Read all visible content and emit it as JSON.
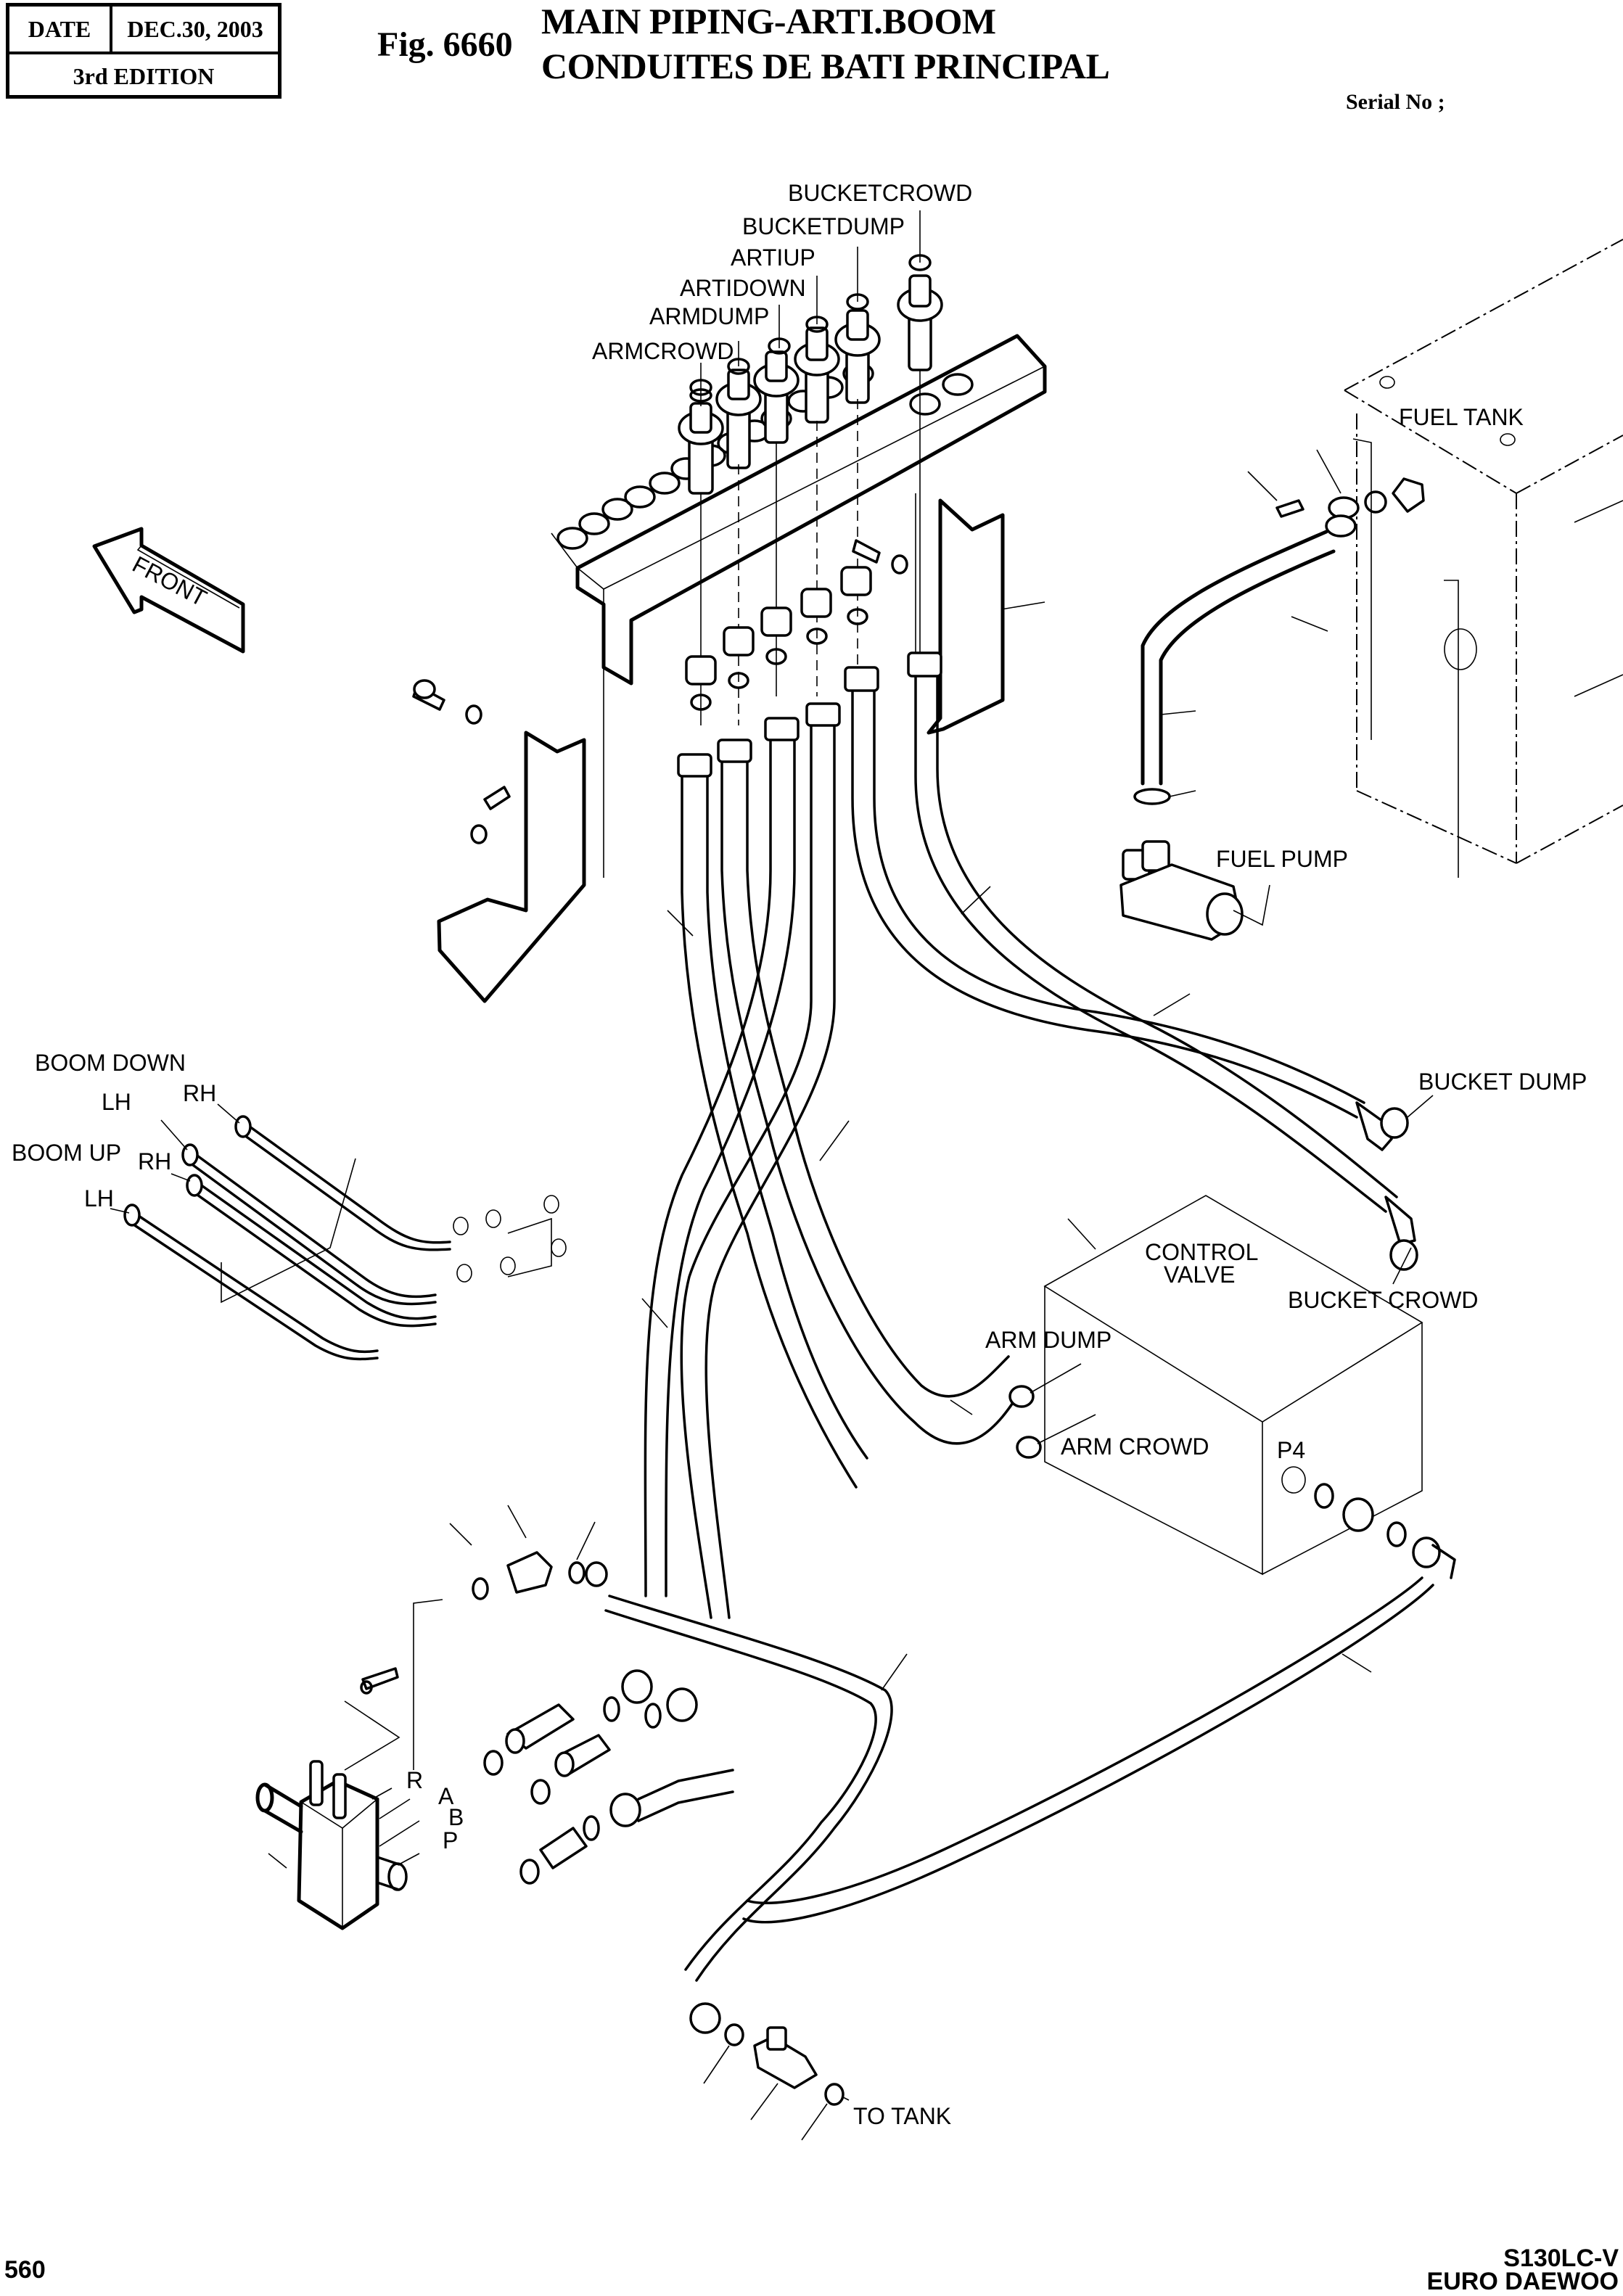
{
  "header": {
    "date_label": "DATE",
    "date_value": "DEC.30, 2003",
    "edition": "3rd  EDITION"
  },
  "figure": {
    "number": "Fig. 6660",
    "title_en": "MAIN PIPING-ARTI.BOOM",
    "title_fr": "CONDUITES DE BATI PRINCIPAL",
    "serial_label": "Serial No ;"
  },
  "footer": {
    "page_number": "560",
    "model": "S130LC-V",
    "brand": "EURO DAEWOO"
  },
  "labels": {
    "manifold_ports": [
      "ARMCROWD",
      "ARMDUMP",
      "ARTIDOWN",
      "ARTIUP",
      "BUCKETDUMP",
      "BUCKETCROWD"
    ],
    "front_arrow": "FRONT",
    "fuel_tank": "FUEL TANK",
    "fuel_pump": "FUEL PUMP",
    "boom_down": "BOOM DOWN",
    "boom_up": "BOOM UP",
    "lh": "LH",
    "rh": "RH",
    "bucket_dump": "BUCKET DUMP",
    "bucket_crowd": "BUCKET CROWD",
    "control_valve_1": "CONTROL",
    "control_valve_2": "VALVE",
    "arm_dump": "ARM DUMP",
    "arm_crowd": "ARM CROWD",
    "p4": "P4",
    "port_r": "R",
    "port_a": "A",
    "port_b": "B",
    "port_p": "P",
    "to_tank": "TO TANK"
  },
  "colors": {
    "ink": "#000000",
    "paper": "#ffffff"
  }
}
